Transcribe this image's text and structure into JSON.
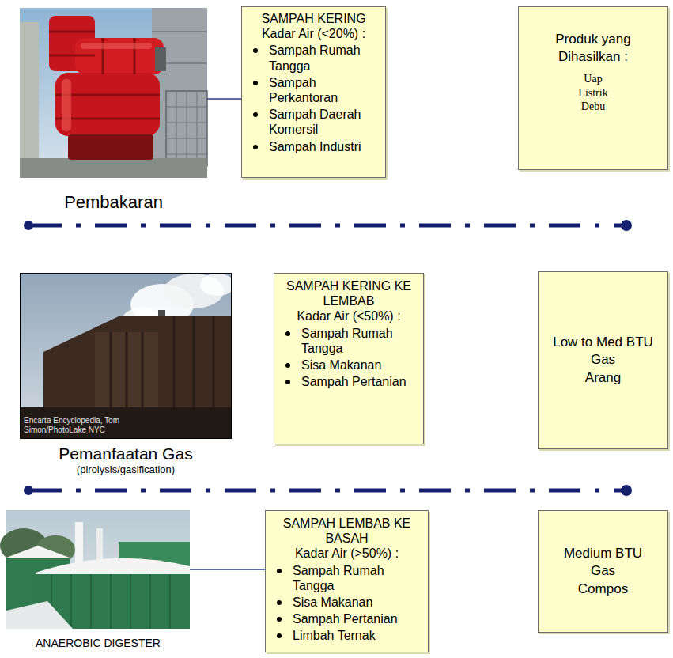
{
  "diagram": {
    "nodes": [
      {
        "text": [
          "Pembakaran"
        ]
      },
      {
        "text": [
          "SAMPAH KERING",
          "Kadar Air (<20%) :",
          "Sampah Rumah Tangga",
          "Sampah Perkantoran",
          "Sampah Daerah Komersil",
          "Sampah Industri"
        ]
      },
      {
        "text": [
          "Produk yang Dihasilkan :",
          "Uap",
          "Listrik",
          "Debu"
        ]
      },
      {
        "text": [
          "Pemanfaatan Gas",
          "(pirolysis/gasification)"
        ]
      },
      {
        "text": [
          "SAMPAH KERING KE LEMBAB",
          "Kadar Air (<50%) :",
          "Sampah Rumah Tangga",
          "Sisa Makanan",
          "Sampah Pertanian"
        ]
      },
      {
        "text": [
          "Low to Med BTU Gas",
          "Arang"
        ]
      },
      {
        "text": [
          "ANAEROBIC DIGESTER"
        ]
      },
      {
        "text": [
          "SAMPAH LEMBAB KE BASAH",
          "Kadar Air (>50%) :",
          "Sampah Rumah Tangga",
          "Sisa Makanan",
          "Sampah Pertanian",
          "Limbah Ternak"
        ]
      },
      {
        "text": [
          "Medium BTU Gas",
          "Compos"
        ]
      }
    ],
    "edges": [
      {
        "from": 0,
        "to": 1,
        "arrow": "none"
      },
      {
        "from": 6,
        "to": 7,
        "arrow": "none"
      }
    ],
    "labels": [
      "Encarta Encyclopedia, Tom Simon/PhotoLake NYC"
    ]
  }
}
